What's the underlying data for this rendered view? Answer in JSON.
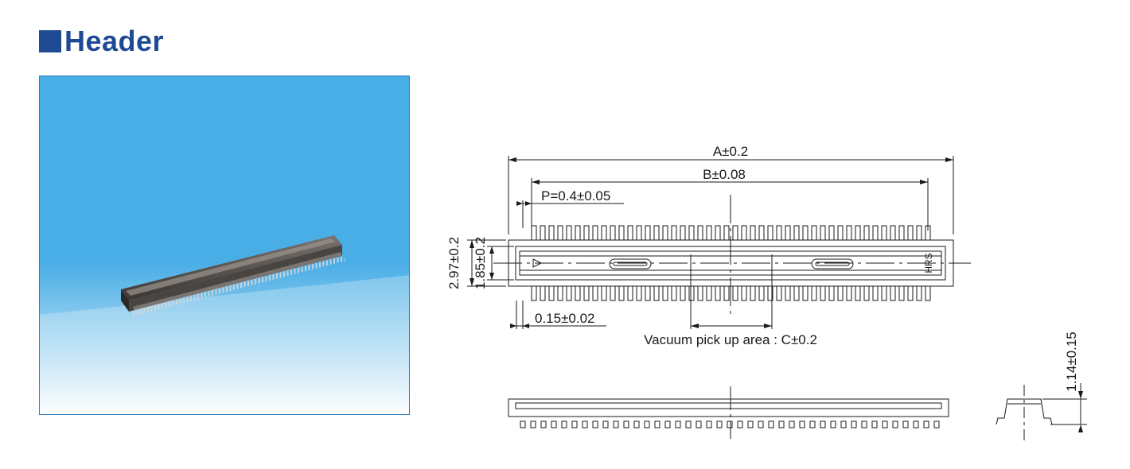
{
  "header": {
    "title": "Header"
  },
  "photo": {
    "alt": "Connector photo",
    "accent": "#4aaee6"
  },
  "drawing": {
    "dim_a": "A±0.2",
    "dim_b": "B±0.08",
    "dim_pitch": "P=0.4±0.05",
    "dim_overall_height": "2.97±0.2",
    "dim_body_height": "1.85±0.2",
    "dim_lead_width": "0.15±0.02",
    "vacuum_label": "Vacuum pick up area : C±0.2",
    "dim_mated_height": "1.14±0.15",
    "marking": "HRS"
  },
  "colors": {
    "brand": "#1e4a94",
    "line": "#1a1a1a"
  }
}
